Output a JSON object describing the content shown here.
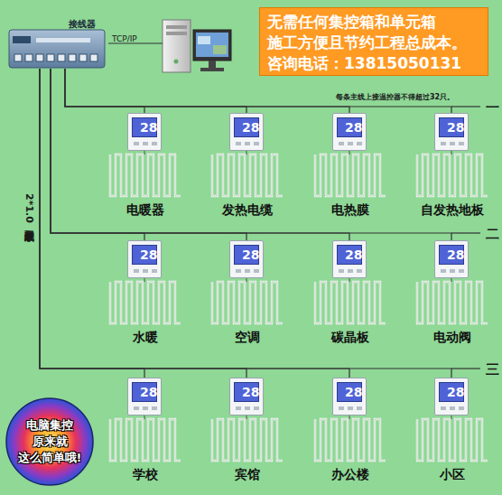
{
  "diagram": {
    "nodes": [
      {
        "text": [
          "接线器"
        ]
      },
      {
        "text": [
          "无需任何集控箱和单元箱 施工方便且节约工程总成本。 咨询电话：13815050131"
        ]
      },
      {
        "text": [
          "28",
          "电暖器"
        ]
      },
      {
        "text": [
          "28",
          "发热电缆"
        ]
      },
      {
        "text": [
          "28",
          "电热膜"
        ]
      },
      {
        "text": [
          "28",
          "自发热地板"
        ]
      },
      {
        "text": [
          "28",
          "水暖"
        ]
      },
      {
        "text": [
          "28",
          "空调"
        ]
      },
      {
        "text": [
          "28",
          "碳晶板"
        ]
      },
      {
        "text": [
          "28",
          "电动阀"
        ]
      },
      {
        "text": [
          "28",
          "学校"
        ]
      },
      {
        "text": [
          "28",
          "宾馆"
        ]
      },
      {
        "text": [
          "28",
          "办公楼"
        ]
      },
      {
        "text": [
          "28",
          "小区"
        ]
      },
      {
        "text": [
          "电脑集控 原来就 这么简单哦!"
        ]
      }
    ],
    "edges": [
      {
        "from": 0,
        "to": 2,
        "arrow": "none"
      },
      {
        "from": 0,
        "to": 3,
        "arrow": "none"
      },
      {
        "from": 0,
        "to": 4,
        "arrow": "none"
      },
      {
        "from": 0,
        "to": 5,
        "arrow": "none"
      },
      {
        "from": 0,
        "to": 6,
        "arrow": "none"
      },
      {
        "from": 0,
        "to": 7,
        "arrow": "none"
      },
      {
        "from": 0,
        "to": 8,
        "arrow": "none"
      },
      {
        "from": 0,
        "to": 9,
        "arrow": "none"
      },
      {
        "from": 0,
        "to": 10,
        "arrow": "none"
      },
      {
        "from": 0,
        "to": 11,
        "arrow": "none"
      },
      {
        "from": 0,
        "to": 12,
        "arrow": "none"
      },
      {
        "from": 0,
        "to": 13,
        "arrow": "none"
      }
    ],
    "labels": [
      "TCP/IP",
      "每条主线上接温控器不得超过32只。",
      "一",
      "二",
      "三",
      "2*1.0双绞屏蔽线"
    ]
  }
}
